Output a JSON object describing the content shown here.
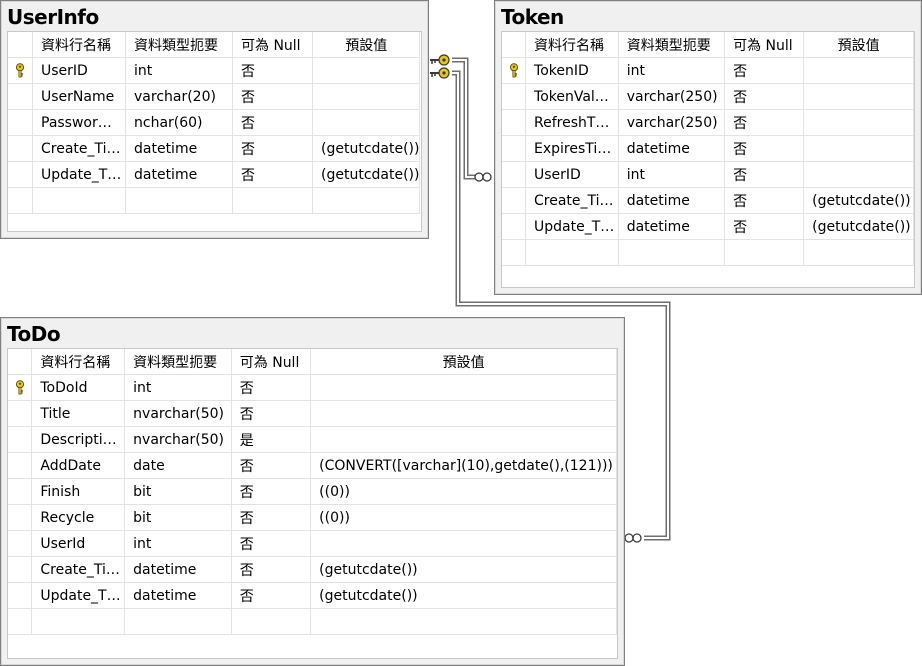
{
  "headers": [
    "資料行名稱",
    "資料類型扼要",
    "可為 Null",
    "預設值"
  ],
  "tables": [
    {
      "name": "UserInfo",
      "rows": [
        {
          "key": true,
          "name": "UserID",
          "type": "int",
          "nullable": "否",
          "default": ""
        },
        {
          "key": false,
          "name": "UserName",
          "type": "varchar(20)",
          "nullable": "否",
          "default": ""
        },
        {
          "key": false,
          "name": "Passwor…",
          "type": "nchar(60)",
          "nullable": "否",
          "default": ""
        },
        {
          "key": false,
          "name": "Create_Ti…",
          "type": "datetime",
          "nullable": "否",
          "default": "(getutcdate())"
        },
        {
          "key": false,
          "name": "Update_T…",
          "type": "datetime",
          "nullable": "否",
          "default": "(getutcdate())"
        }
      ]
    },
    {
      "name": "Token",
      "rows": [
        {
          "key": true,
          "name": "TokenID",
          "type": "int",
          "nullable": "否",
          "default": ""
        },
        {
          "key": false,
          "name": "TokenVal…",
          "type": "varchar(250)",
          "nullable": "否",
          "default": ""
        },
        {
          "key": false,
          "name": "RefreshT…",
          "type": "varchar(250)",
          "nullable": "否",
          "default": ""
        },
        {
          "key": false,
          "name": "ExpiresTi…",
          "type": "datetime",
          "nullable": "否",
          "default": ""
        },
        {
          "key": false,
          "name": "UserID",
          "type": "int",
          "nullable": "否",
          "default": ""
        },
        {
          "key": false,
          "name": "Create_Ti…",
          "type": "datetime",
          "nullable": "否",
          "default": "(getutcdate())"
        },
        {
          "key": false,
          "name": "Update_T…",
          "type": "datetime",
          "nullable": "否",
          "default": "(getutcdate())"
        }
      ]
    },
    {
      "name": "ToDo",
      "rows": [
        {
          "key": true,
          "name": "ToDoId",
          "type": "int",
          "nullable": "否",
          "default": ""
        },
        {
          "key": false,
          "name": "Title",
          "type": "nvarchar(50)",
          "nullable": "否",
          "default": ""
        },
        {
          "key": false,
          "name": "Descripti…",
          "type": "nvarchar(50)",
          "nullable": "是",
          "default": ""
        },
        {
          "key": false,
          "name": "AddDate",
          "type": "date",
          "nullable": "否",
          "default": "(CONVERT([varchar](10),getdate(),(121)))"
        },
        {
          "key": false,
          "name": "Finish",
          "type": "bit",
          "nullable": "否",
          "default": "((0))"
        },
        {
          "key": false,
          "name": "Recycle",
          "type": "bit",
          "nullable": "否",
          "default": "((0))"
        },
        {
          "key": false,
          "name": "UserId",
          "type": "int",
          "nullable": "否",
          "default": ""
        },
        {
          "key": false,
          "name": "Create_Ti…",
          "type": "datetime",
          "nullable": "否",
          "default": "(getutcdate())"
        },
        {
          "key": false,
          "name": "Update_T…",
          "type": "datetime",
          "nullable": "否",
          "default": "(getutcdate())"
        }
      ]
    }
  ],
  "relationships": [
    {
      "from": "UserInfo",
      "to": "Token",
      "one_end": "key-icon",
      "many_end": "infinity-icon"
    },
    {
      "from": "UserInfo",
      "to": "ToDo",
      "one_end": "key-icon",
      "many_end": "infinity-icon"
    }
  ],
  "colors": {
    "key": "#e8c81a",
    "border": "#808080",
    "title_bg": "#f0f0f0",
    "line": "#a8a8a8"
  }
}
